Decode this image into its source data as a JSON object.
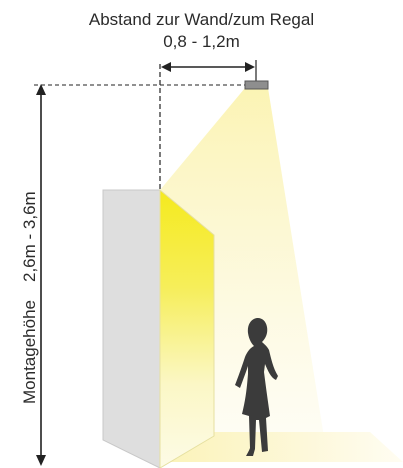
{
  "header": {
    "line1": "Abstand zur Wand/zum Regal",
    "line2": "0,8 - 1,2m"
  },
  "height_label": {
    "name": "Montagehöhe",
    "value": "2,6m - 3,6m"
  },
  "colors": {
    "wall": "#dcdcdc",
    "light": "#f4ec4a",
    "beam": "#fbf6c8",
    "lines": "#222222",
    "fixture": "#8c8c8c",
    "person": "#3a3a3a"
  }
}
